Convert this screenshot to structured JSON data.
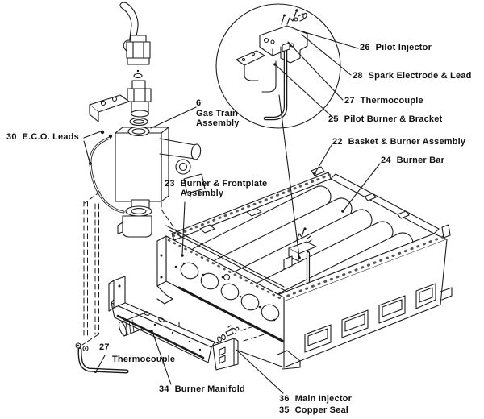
{
  "figure": {
    "type": "exploded-parts-diagram",
    "subject": "gas burner assembly",
    "background_color": "#ffffff",
    "line_color": "#1a1a1a",
    "text_color": "#111111"
  },
  "callouts": {
    "c30": {
      "number": "30",
      "label": "E.C.O. Leads"
    },
    "c6": {
      "number": "6",
      "label": "Gas Train Assembly"
    },
    "c26": {
      "number": "26",
      "label": "Pilot Injector"
    },
    "c28": {
      "number": "28",
      "label": "Spark Electrode & Lead"
    },
    "c27t": {
      "number": "27",
      "label": "Thermocouple"
    },
    "c25": {
      "number": "25",
      "label": "Pilot Burner & Bracket"
    },
    "c22": {
      "number": "22",
      "label": "Basket & Burner Assembly"
    },
    "c24": {
      "number": "24",
      "label": "Burner Bar"
    },
    "c23": {
      "number": "23",
      "label": "Burner & Frontplate Assembly"
    },
    "c27b": {
      "number": "27",
      "label": "Thermocouple"
    },
    "c34": {
      "number": "34",
      "label": "Burner Manifold"
    },
    "c36": {
      "number": "36",
      "label": "Main Injector"
    },
    "c35": {
      "number": "35",
      "label": "Copper Seal"
    }
  }
}
